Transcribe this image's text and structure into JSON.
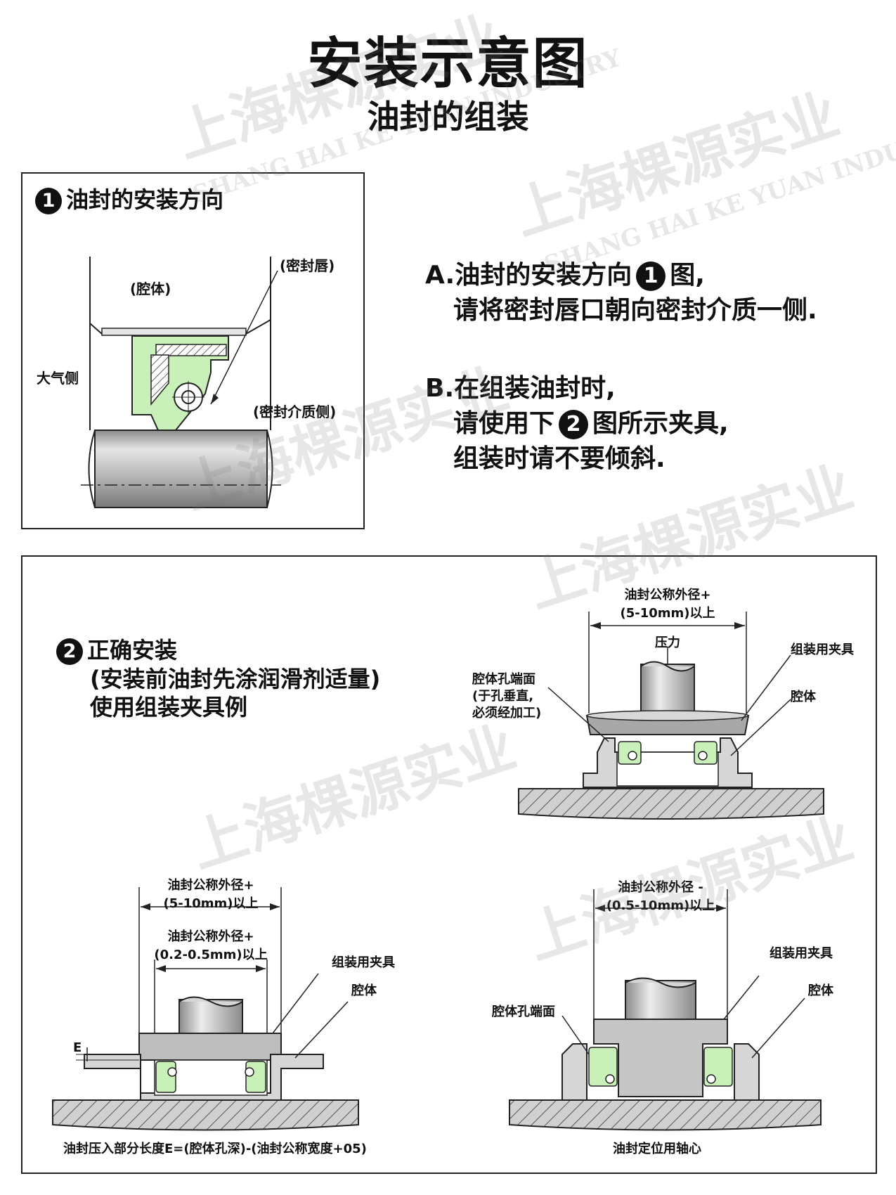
{
  "title": "安装示意图",
  "subtitle": "油封的组装",
  "section1": {
    "badge": "1",
    "heading": "油封的安装方向",
    "labels": {
      "cavity": "(腔体)",
      "seal_lip": "(密封唇)",
      "atmosphere_side": "大气侧",
      "medium_side": "(密封介质侧)"
    }
  },
  "instructions": {
    "a_line1_pre": "A.油封的安装方向",
    "a_badge": "1",
    "a_line1_post": "图,",
    "a_line2": "请将密封唇口朝向密封介质一侧.",
    "b_line1": "B.在组装油封时,",
    "b_line2_pre": "请使用下",
    "b_badge": "2",
    "b_line2_post": "图所示夹具,",
    "b_line3": "组装时请不要倾斜."
  },
  "section2": {
    "badge": "2",
    "heading1": "正确安装",
    "heading2": "(安装前油封先涂润滑剂适量)",
    "heading3": "使用组装夹具例",
    "top_right": {
      "dim_line1": "油封公称外径+",
      "dim_line2": "(5-10mm)以上",
      "pressure": "压力",
      "jig": "组装用夹具",
      "bore_face": "腔体孔端面",
      "bore_note1": "(于孔垂直,",
      "bore_note2": "必须经加工)",
      "cavity": "腔体"
    },
    "bottom_left": {
      "dim_outer_line1": "油封公称外径+",
      "dim_outer_line2": "(5-10mm)以上",
      "dim_inner_line1": "油封公称外径+",
      "dim_inner_line2": "(0.2-0.5mm)以上",
      "jig": "组装用夹具",
      "cavity": "腔体",
      "e_label": "E",
      "caption": "油封压入部分长度E=(腔体孔深)-(油封公称宽度+05)"
    },
    "bottom_right": {
      "dim_line1": "油封公称外径 -",
      "dim_line2": "(0.5-10mm)以上",
      "jig": "组装用夹具",
      "cavity": "腔体",
      "bore_face": "腔体孔端面",
      "caption": "油封定位用轴心"
    }
  },
  "watermark": {
    "chinese": "上海棵源实业",
    "english": "SHANG HAI KE YUAN INDUSTRY"
  },
  "colors": {
    "seal_green": "#c8f0b8",
    "metal_gray": "#c8c8c8",
    "hatch_gray": "#9a9a9a"
  }
}
